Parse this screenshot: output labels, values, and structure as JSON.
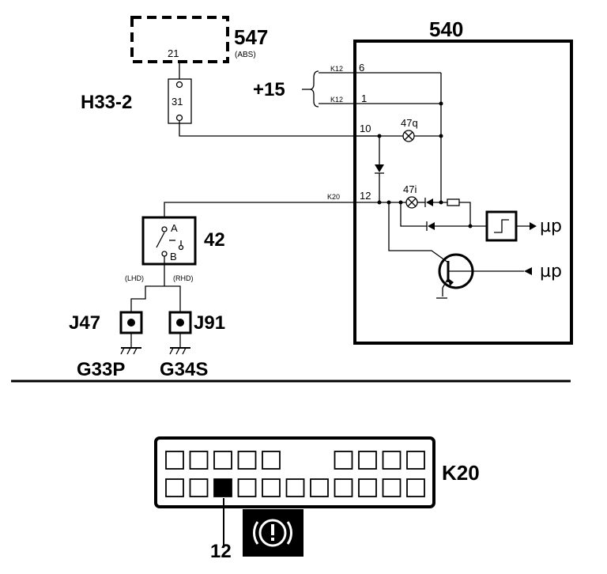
{
  "labels": {
    "abs_unit_number": "547",
    "abs_unit_name": "(ABS)",
    "abs_pin": "21",
    "connector_h33": "H33-2",
    "connector_h33_pin": "31",
    "module_number": "540",
    "supply_label": "+15",
    "pin_k12_a_conn": "K12",
    "pin_k12_a_num": "6",
    "pin_k12_b_conn": "K12",
    "pin_k12_b_num": "1",
    "pin_10": "10",
    "pin_k20_conn": "K20",
    "pin_12": "12",
    "lamp_47q": "47q",
    "lamp_47i": "47i",
    "output_mu_1": "µp",
    "output_mu_2": "µp",
    "switch_number": "42",
    "switch_term_a": "A",
    "switch_term_b": "B",
    "variant_lhd": "(LHD)",
    "variant_rhd": "(RHD)",
    "junction_j47": "J47",
    "junction_j91": "J91",
    "ground_g33p": "G33P",
    "ground_g34s": "G34S",
    "connector_k20": "K20",
    "connector_pin_12": "12"
  },
  "icons": {
    "warning_symbol": "brake-warning-icon",
    "lamp_symbol": "lamp-icon",
    "diode_symbol": "diode-icon",
    "transistor_symbol": "transistor-icon",
    "ground_symbol": "ground-icon"
  },
  "connector_k20_layout": {
    "top_row_cavities": 9,
    "bottom_row_cavities": 11,
    "highlighted_bottom_cavity_index": 2
  },
  "colors": {
    "line": "#000000",
    "background": "#ffffff"
  }
}
